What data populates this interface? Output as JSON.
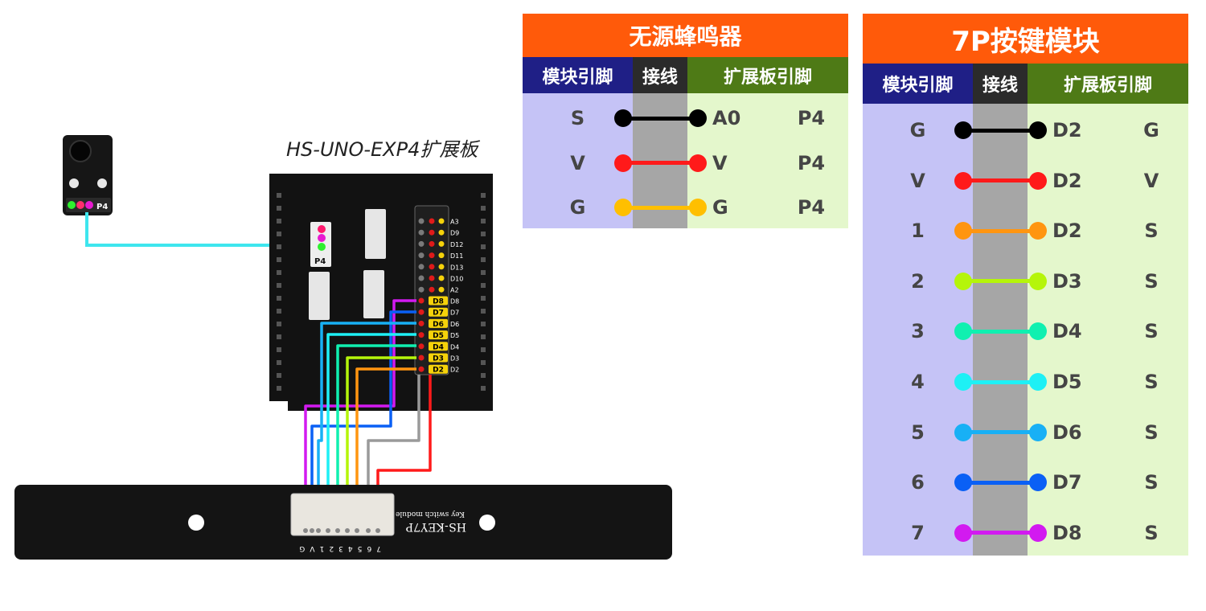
{
  "board": {
    "title": "HS-UNO-EXP4扩展板",
    "port_label": "P4",
    "header_top_pins": [
      "A3",
      "D9",
      "D12",
      "D11",
      "D13",
      "D10",
      "A2"
    ],
    "header_pins": [
      "D8",
      "D7",
      "D6",
      "D5",
      "D4",
      "D3",
      "D2"
    ]
  },
  "buzzer_module": {
    "port_label": "P4"
  },
  "key_module": {
    "name": "HS-KEY7P",
    "subtitle": "Key switch module",
    "pins_label": "7 6 5 4 3 2 1 V G"
  },
  "colors": {
    "black": "#000000",
    "red": "#ff1a1a",
    "yellow": "#ffbf00",
    "orange": "#ff9510",
    "lime": "#b5f50a",
    "mint": "#10f0b0",
    "cyan": "#1ef0f5",
    "sky": "#18b0f5",
    "blue": "#0a60f5",
    "magenta": "#d21af0",
    "gray": "#9a9a9a",
    "buzzer_wire": "#3ee6ee"
  },
  "buzzer_table": {
    "title": "无源蜂鸣器",
    "headers": [
      "模块引脚",
      "接线",
      "扩展板引脚"
    ],
    "rows": [
      {
        "module": "S",
        "ext": "A0",
        "port": "P4",
        "color": "#000000"
      },
      {
        "module": "V",
        "ext": "V",
        "port": "P4",
        "color": "#ff1a1a"
      },
      {
        "module": "G",
        "ext": "G",
        "port": "P4",
        "color": "#ffbf00"
      }
    ]
  },
  "key_table": {
    "title": "7P按键模块",
    "headers": [
      "模块引脚",
      "接线",
      "扩展板引脚"
    ],
    "rows": [
      {
        "module": "G",
        "ext": "D2",
        "pin": "G",
        "color": "#000000"
      },
      {
        "module": "V",
        "ext": "D2",
        "pin": "V",
        "color": "#ff1a1a"
      },
      {
        "module": "1",
        "ext": "D2",
        "pin": "S",
        "color": "#ff9510"
      },
      {
        "module": "2",
        "ext": "D3",
        "pin": "S",
        "color": "#b5f50a"
      },
      {
        "module": "3",
        "ext": "D4",
        "pin": "S",
        "color": "#10f0b0"
      },
      {
        "module": "4",
        "ext": "D5",
        "pin": "S",
        "color": "#1ef0f5"
      },
      {
        "module": "5",
        "ext": "D6",
        "pin": "S",
        "color": "#18b0f5"
      },
      {
        "module": "6",
        "ext": "D7",
        "pin": "S",
        "color": "#0a60f5"
      },
      {
        "module": "7",
        "ext": "D8",
        "pin": "S",
        "color": "#d21af0"
      }
    ]
  }
}
